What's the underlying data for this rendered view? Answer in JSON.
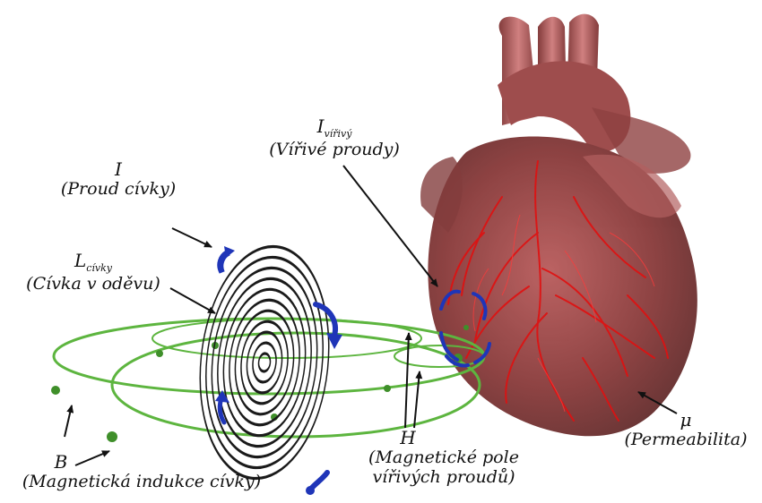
{
  "labels": {
    "current": {
      "symbol": "I",
      "description": "(Proud cívky)"
    },
    "coil": {
      "symbol": "L",
      "subscript": "cívky",
      "description": "(Cívka v oděvu)"
    },
    "eddy": {
      "symbol": "I",
      "subscript": "vířivý",
      "description": "(Vířivé proudy)"
    },
    "induction": {
      "symbol": "B",
      "description": "(Magnetická indukce cívky)"
    },
    "field": {
      "symbol": "H",
      "description_line1": "(Magnetické pole",
      "description_line2": "vířivých proudů)"
    },
    "permeability": {
      "symbol": "μ",
      "description": "(Permeabilita)"
    }
  },
  "colors": {
    "coil": "#1a1a1a",
    "field_lines": "#5db53f",
    "arrows": "#1f35b8",
    "heart_dark": "#5a1414",
    "heart_mid": "#8b2a2a",
    "heart_light": "#c46060",
    "vessels": "#e01010"
  }
}
